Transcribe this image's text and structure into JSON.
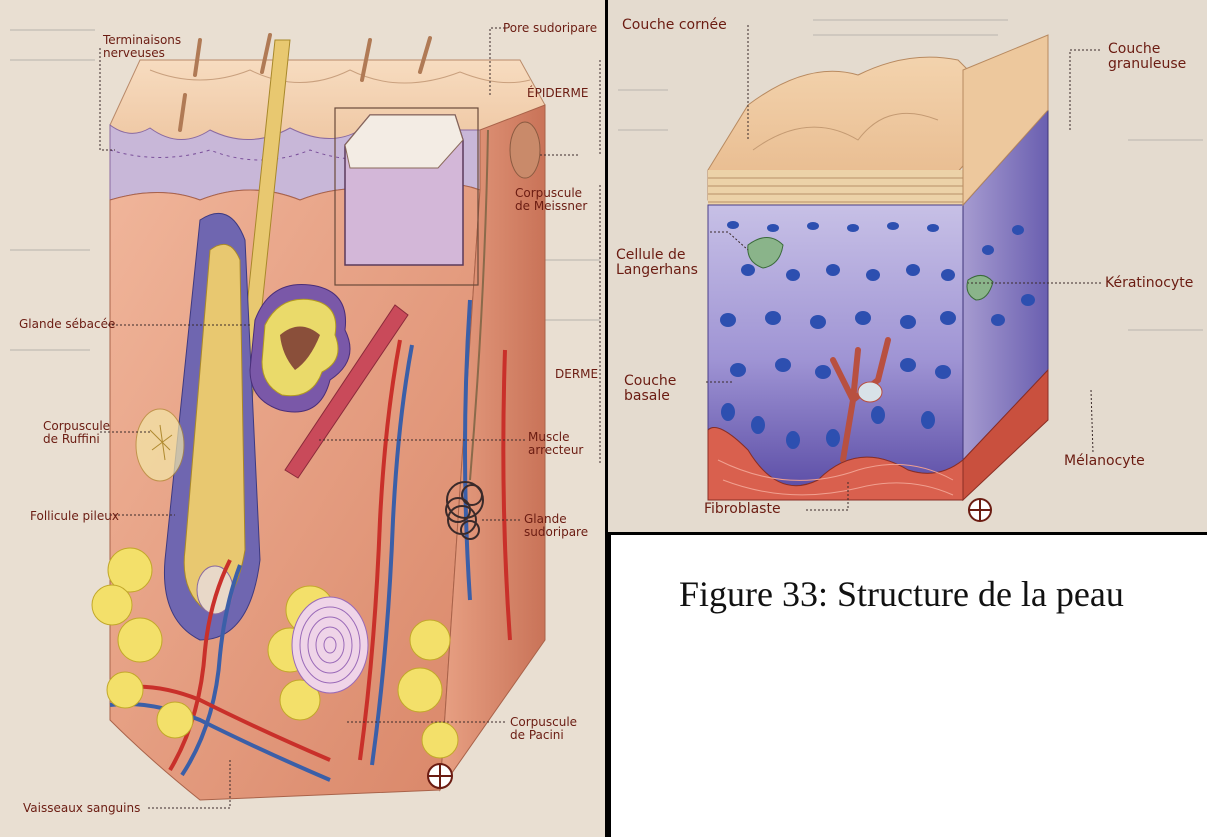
{
  "left_figure": {
    "labels": {
      "terminaisons": [
        "Terminaisons",
        "nerveuses"
      ],
      "pore": "Pore sudoripare",
      "epiderme": "ÉPIDERME",
      "meissner": [
        "Corpuscule",
        "de Meissner"
      ],
      "glande_sebacee": "Glande sébacée",
      "derme": "DERME",
      "ruffini": [
        "Corpuscule",
        "de Ruffini"
      ],
      "muscle": [
        "Muscle",
        "arrecteur"
      ],
      "follicule": "Follicule pileux",
      "glande_sudoripare": [
        "Glande",
        "sudoripare"
      ],
      "pacini": [
        "Corpuscule",
        "de Pacini"
      ],
      "vaisseaux": "Vaisseaux sanguins"
    }
  },
  "right_figure": {
    "labels": {
      "couche_cornee": "Couche cornée",
      "couche_granuleuse": [
        "Couche",
        "granuleuse"
      ],
      "langerhans": [
        "Cellule de",
        "Langerhans"
      ],
      "keratinocyte": "Kératinocyte",
      "couche_basale": [
        "Couche",
        "basale"
      ],
      "melanocyte": "Mélanocyte",
      "fibroblaste": "Fibroblaste"
    }
  },
  "caption": "Figure 33: Structure de la peau",
  "colors": {
    "label_text": "#6b1c12",
    "epidermis": "#f0c9a2",
    "dermis": "#e59a7e",
    "fat": "#f3e06a",
    "vessel_red": "#c9302a",
    "vessel_blue": "#3b5fa8",
    "keratinocyte_purple": "#6a5fb8",
    "nucleus_blue": "#2d4fb0"
  }
}
